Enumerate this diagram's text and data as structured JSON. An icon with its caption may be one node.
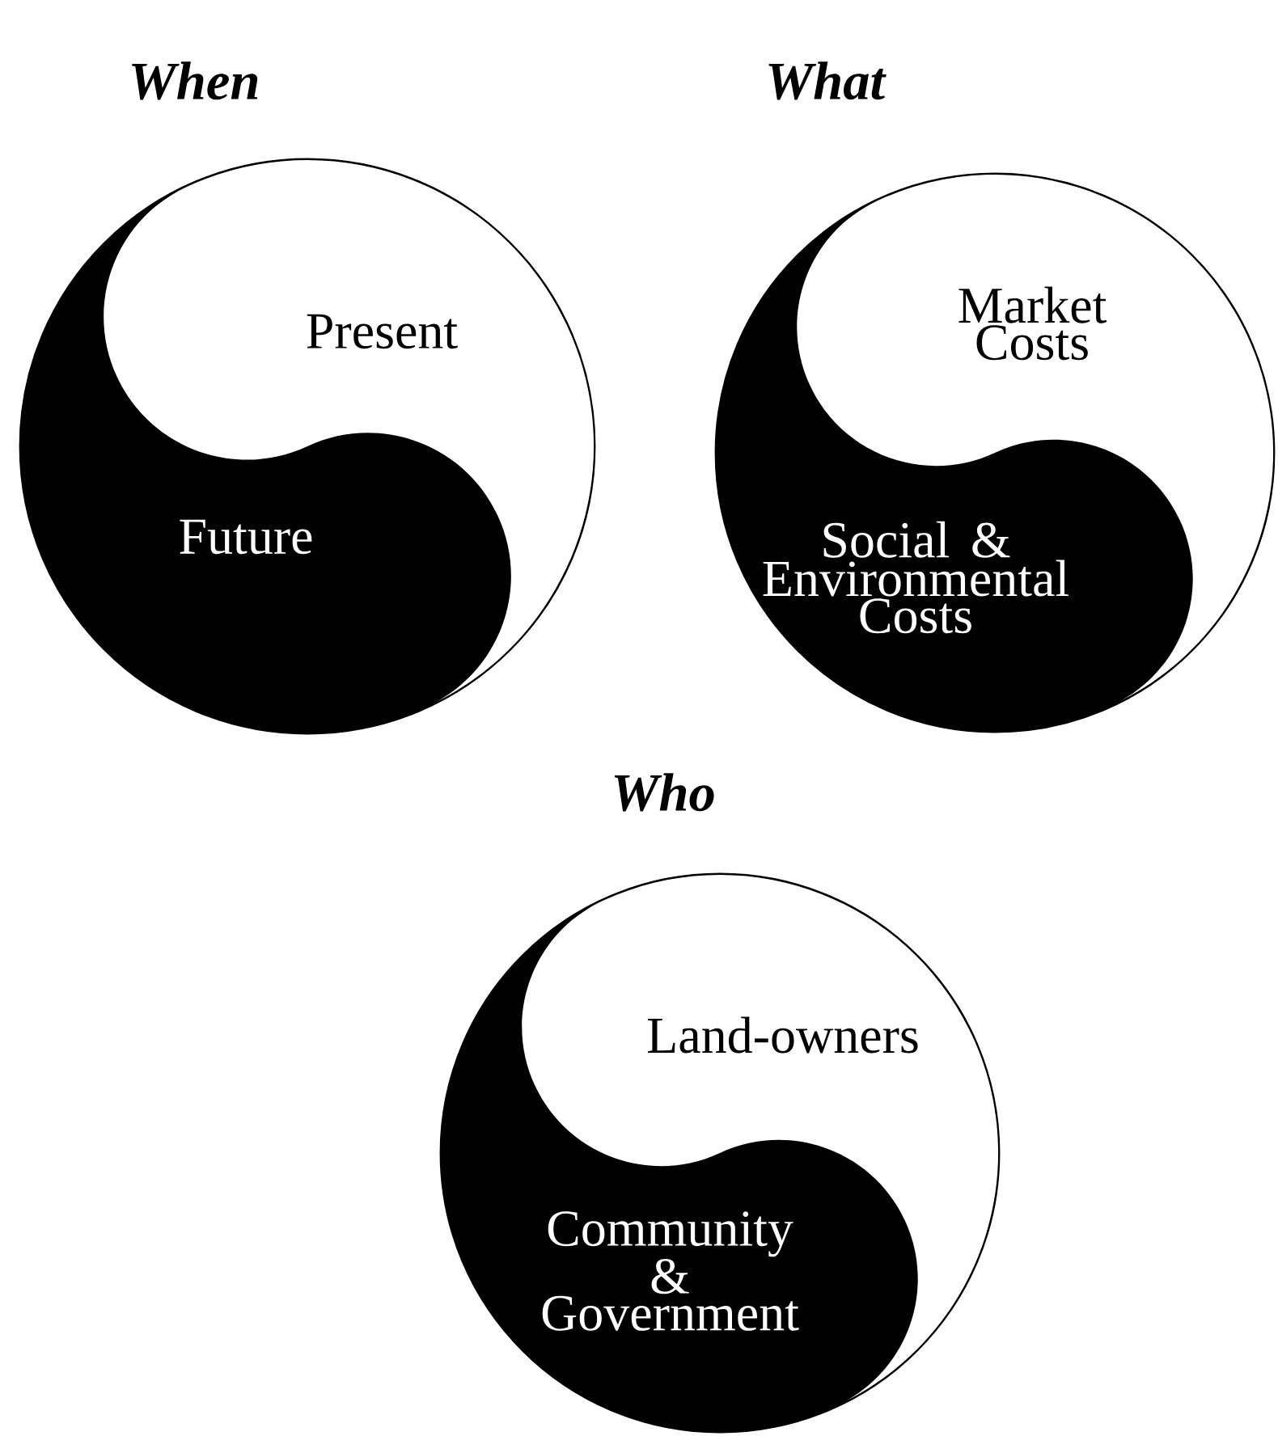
{
  "diagram": {
    "nodes": [
      {
        "text": [],
        "shape": "circle"
      },
      {
        "text": [
          "Present"
        ],
        "in": 0
      },
      {
        "text": [
          "Future"
        ],
        "in": 0
      },
      {
        "text": [],
        "shape": "circle"
      },
      {
        "text": [
          "Market Costs"
        ],
        "in": 3
      },
      {
        "text": [
          "Social & Environmental Costs"
        ],
        "in": 3
      },
      {
        "text": [],
        "shape": "circle"
      },
      {
        "text": [
          "Land-owners"
        ],
        "in": 6
      },
      {
        "text": [
          "Community & Government"
        ],
        "in": 6
      }
    ],
    "labels": [
      "When",
      "What",
      "Who"
    ]
  }
}
